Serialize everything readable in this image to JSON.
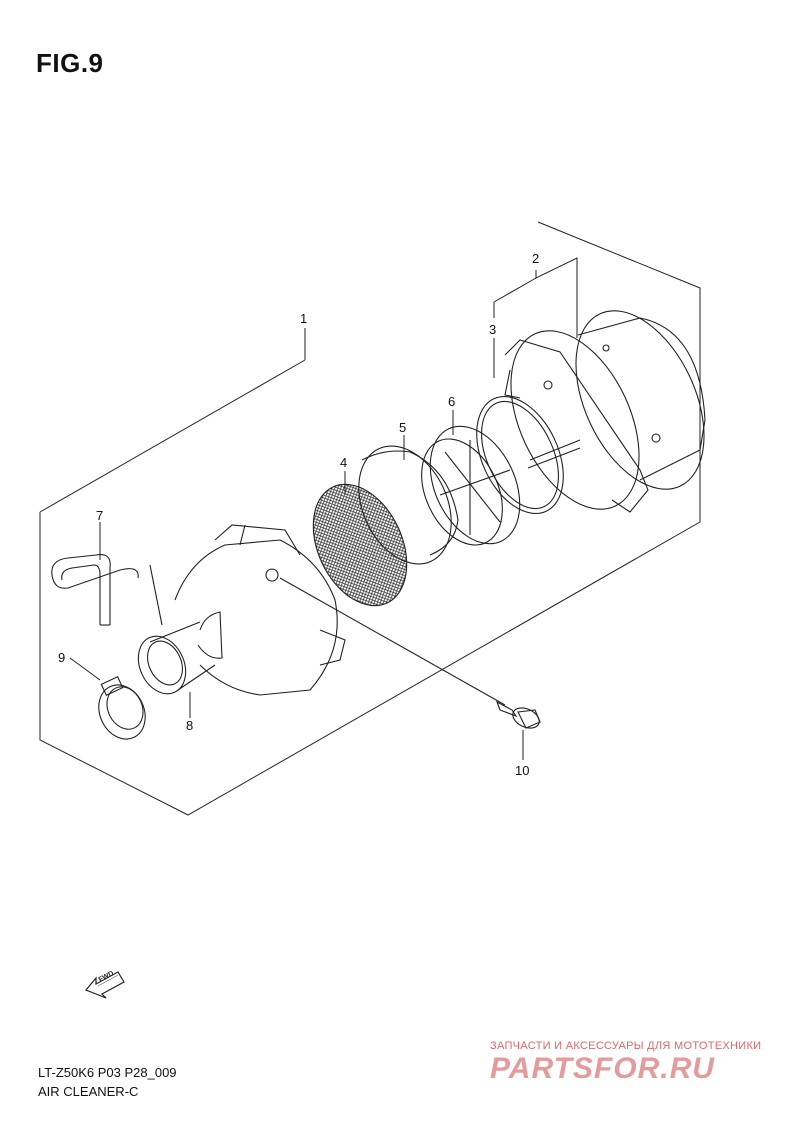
{
  "figure": {
    "title": "FIG.9"
  },
  "callouts": [
    {
      "id": "1",
      "label": "1"
    },
    {
      "id": "2",
      "label": "2"
    },
    {
      "id": "3",
      "label": "3"
    },
    {
      "id": "4",
      "label": "4"
    },
    {
      "id": "5",
      "label": "5"
    },
    {
      "id": "6",
      "label": "6"
    },
    {
      "id": "7",
      "label": "7"
    },
    {
      "id": "8",
      "label": "8"
    },
    {
      "id": "9",
      "label": "9"
    },
    {
      "id": "10",
      "label": "10"
    }
  ],
  "fwd_badge": {
    "label": "FWD"
  },
  "footer": {
    "code": "LT-Z50K6 P03 P28_009",
    "subtitle": "AIR CLEANER-C"
  },
  "watermark": {
    "tagline": "ЗАПЧАСТИ И АКСЕССУАРЫ ДЛЯ МОТОТЕХНИКИ",
    "logo": "PARTSFOR.RU"
  }
}
